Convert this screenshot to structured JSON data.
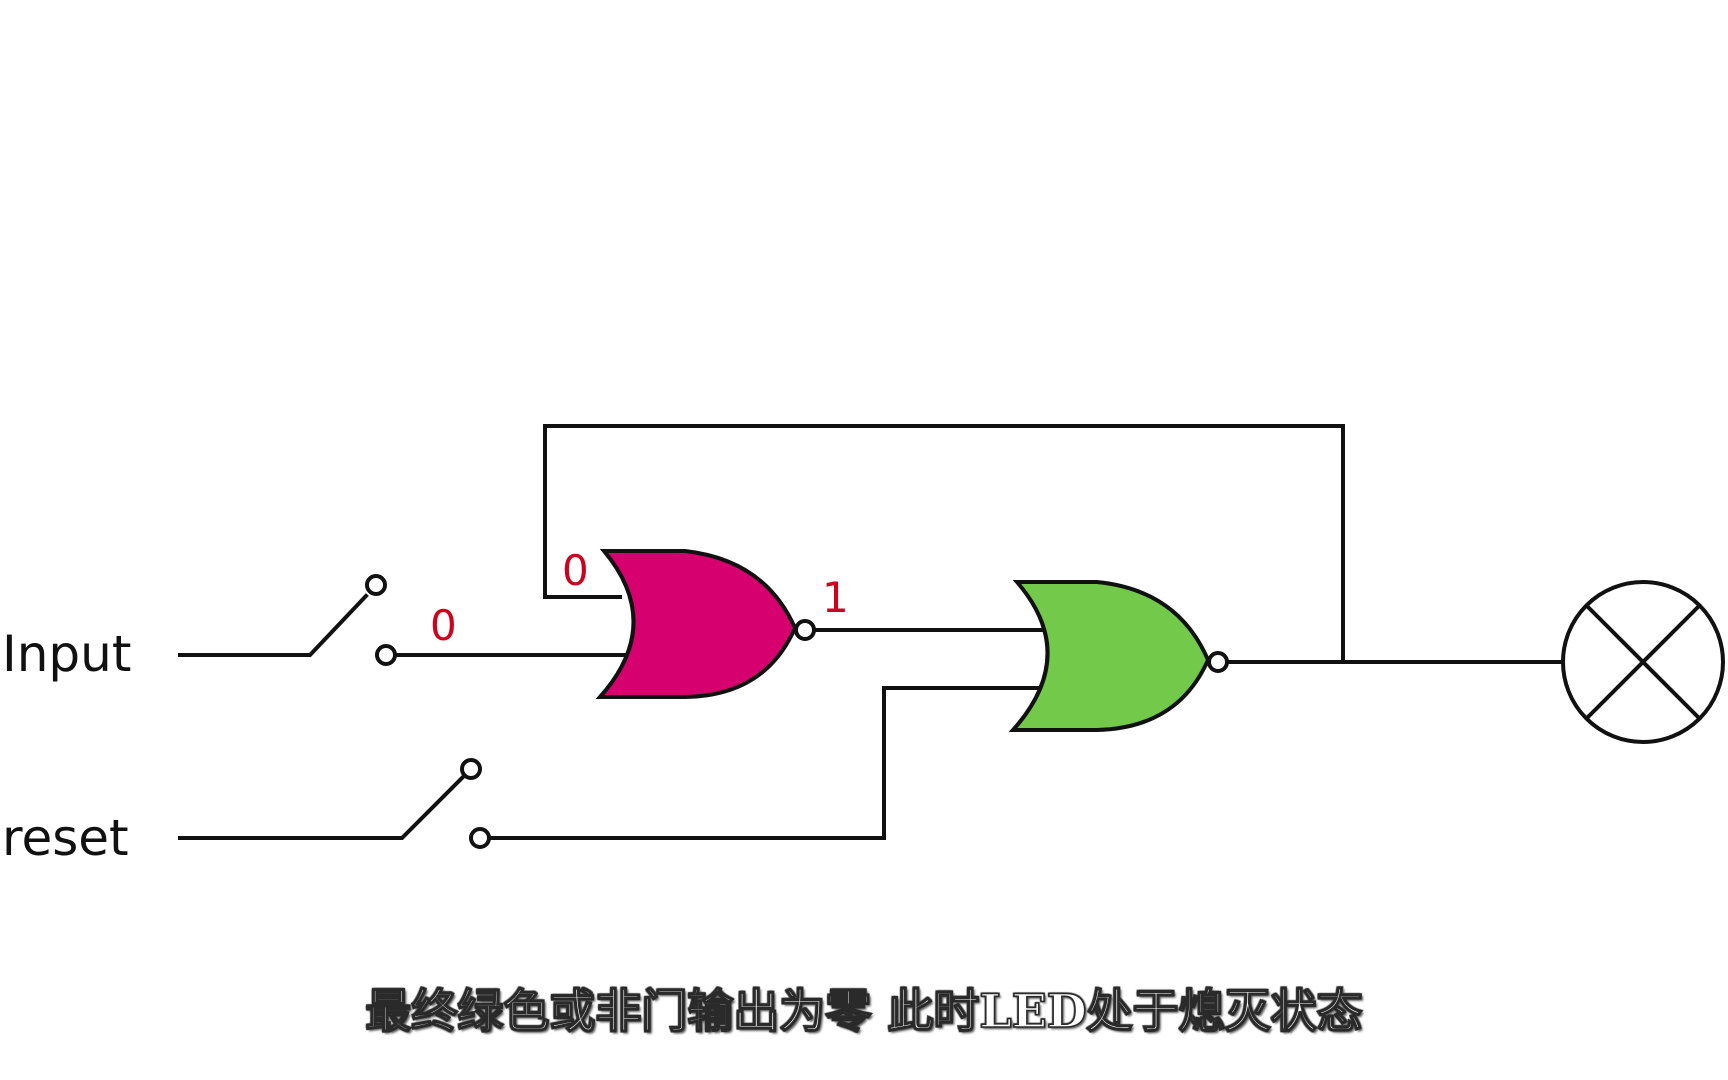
{
  "diagram": {
    "inputs": {
      "input_label": "Input",
      "reset_label": "reset"
    },
    "logic_levels": {
      "input_wire": "0",
      "feedback_wire": "0",
      "magenta_output": "1"
    },
    "gates": {
      "magenta_nor_color": "#d6006f",
      "green_nor_color": "#73c94a"
    },
    "wire_color": "#111111",
    "level_color": "#d0021b",
    "output_device": "lamp-icon"
  },
  "subtitle": "最终绿色或非门输出为零 此时LED处于熄灭状态"
}
